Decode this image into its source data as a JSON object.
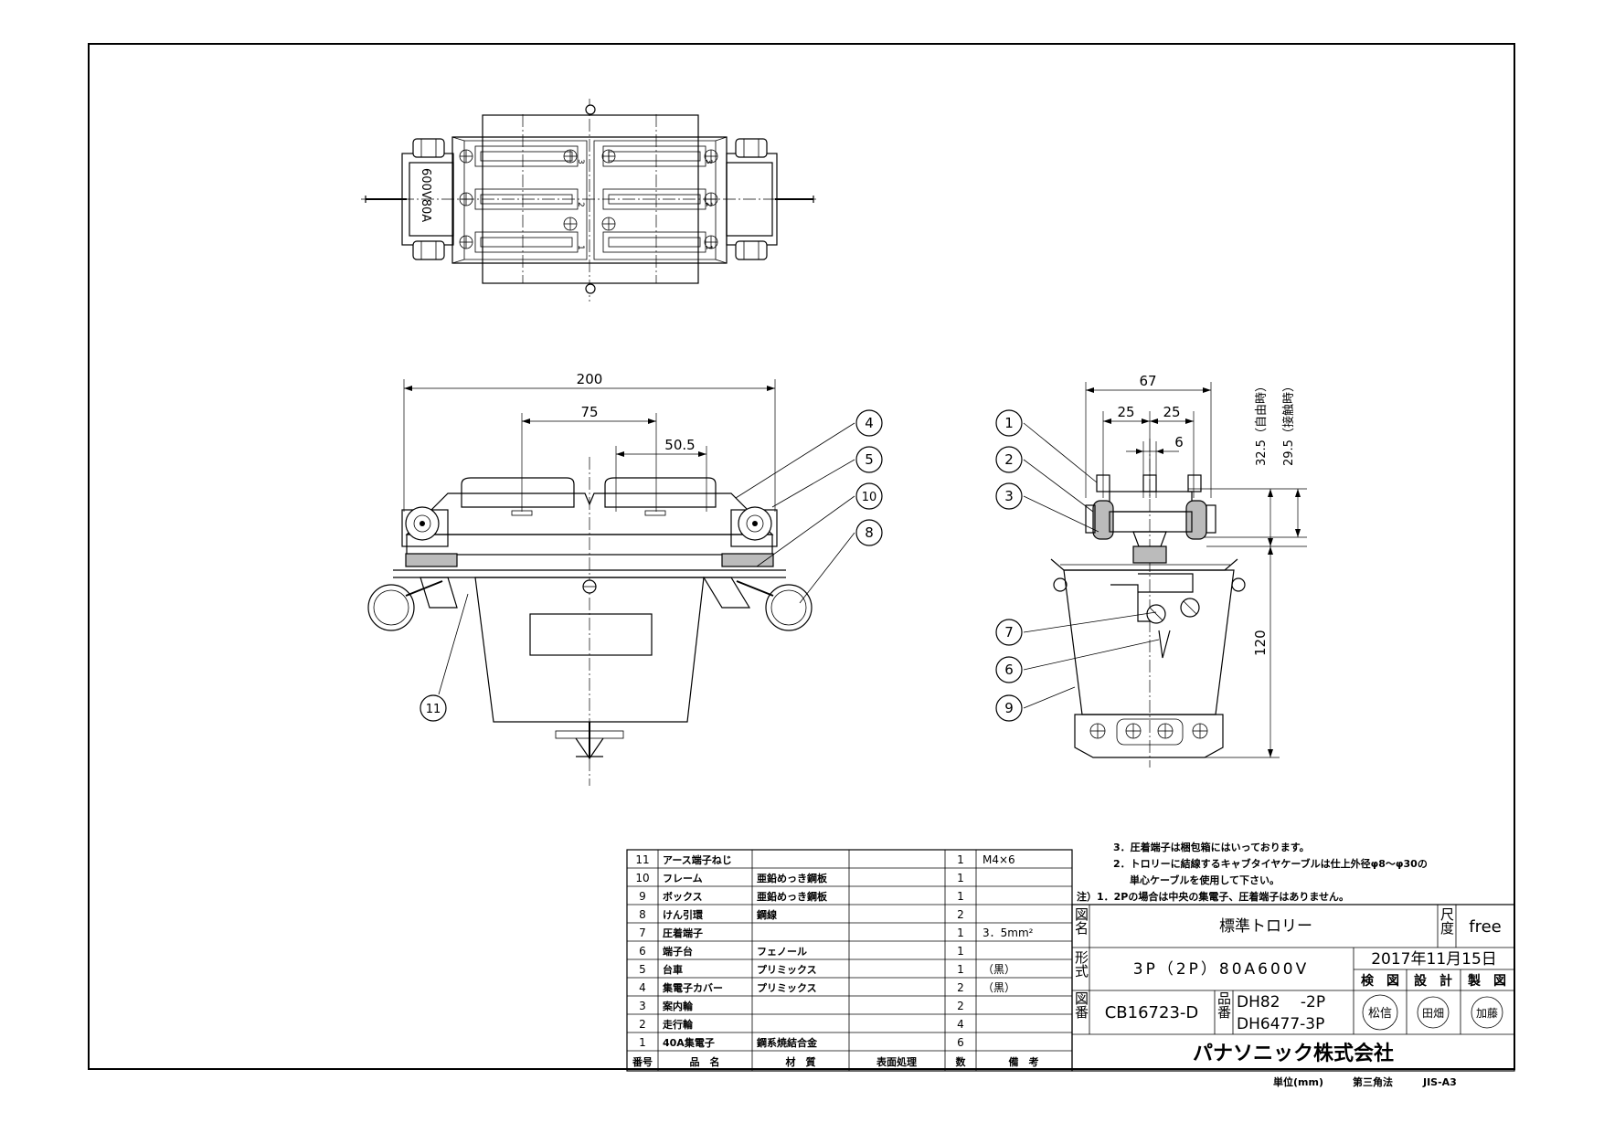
{
  "dimensions": {
    "d200": "200",
    "d75": "75",
    "d50_5": "50.5",
    "d67": "67",
    "d25a": "25",
    "d25b": "25",
    "d6": "6",
    "d32_5": "32.5（自由時）",
    "d29_5": "29.5（接触時）",
    "d120": "120"
  },
  "plan_view": {
    "stamp": "600V80A",
    "pole_marks": [
      "3",
      "2",
      "1",
      "3",
      "2",
      "1"
    ]
  },
  "callouts": [
    "1",
    "2",
    "3",
    "4",
    "5",
    "6",
    "7",
    "8",
    "9",
    "10",
    "11"
  ],
  "notes": [
    "3．圧着端子は梱包箱にはいっております。",
    "2．トロリーに結線するキャブタイヤケーブルは仕上外径φ8～φ30の",
    "単心ケーブルを使用して下さい。",
    "注）1．2Pの場合は中央の集電子、圧着端子はありません。"
  ],
  "parts_header": {
    "no": "番号",
    "name": "品　名",
    "material": "材　質",
    "finish": "表面処理",
    "qty": "数",
    "remarks": "備　考"
  },
  "parts": [
    {
      "no": "11",
      "name": "アース端子ねじ",
      "material": "",
      "finish": "",
      "qty": "1",
      "remarks": "M4×6"
    },
    {
      "no": "10",
      "name": "フレーム",
      "material": "亜鉛めっき鋼板",
      "finish": "",
      "qty": "1",
      "remarks": ""
    },
    {
      "no": "9",
      "name": "ボックス",
      "material": "亜鉛めっき鋼板",
      "finish": "",
      "qty": "1",
      "remarks": ""
    },
    {
      "no": "8",
      "name": "けん引環",
      "material": "鋼線",
      "finish": "",
      "qty": "2",
      "remarks": ""
    },
    {
      "no": "7",
      "name": "圧着端子",
      "material": "",
      "finish": "",
      "qty": "1",
      "remarks": "3．5mm²"
    },
    {
      "no": "6",
      "name": "端子台",
      "material": "フェノール",
      "finish": "",
      "qty": "1",
      "remarks": ""
    },
    {
      "no": "5",
      "name": "台車",
      "material": "プリミックス",
      "finish": "",
      "qty": "1",
      "remarks": "（黒）"
    },
    {
      "no": "4",
      "name": "集電子カバー",
      "material": "プリミックス",
      "finish": "",
      "qty": "2",
      "remarks": "（黒）"
    },
    {
      "no": "3",
      "name": "案内輪",
      "material": "",
      "finish": "",
      "qty": "2",
      "remarks": ""
    },
    {
      "no": "2",
      "name": "走行輪",
      "material": "",
      "finish": "",
      "qty": "4",
      "remarks": ""
    },
    {
      "no": "1",
      "name": "40A集電子",
      "material": "鋼系焼結合金",
      "finish": "",
      "qty": "6",
      "remarks": ""
    }
  ],
  "title_block": {
    "zumei_label": "図名",
    "title": "標準トロリー",
    "shakudo_label": "尺度",
    "scale": "free",
    "keishiki_label": "形式",
    "model": "3P（2P）80A600V",
    "date": "2017年11月15日",
    "roles": [
      "検　図",
      "設　計",
      "製　図"
    ],
    "zuban_label": "図番",
    "drawing_no": "CB16723-D",
    "hinban_label": "品番",
    "part_no_1": "DH82　 -2P",
    "part_no_2": "DH6477-3P",
    "seals": [
      "松信",
      "田畑",
      "加藤"
    ],
    "company": "パナソニック株式会社"
  },
  "footer": {
    "unit": "単位(mm)",
    "projection": "第三角法",
    "paper": "JIS-A3"
  }
}
